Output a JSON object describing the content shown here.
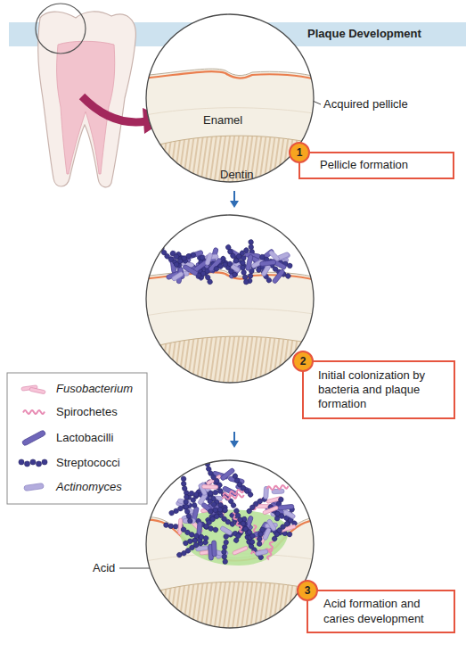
{
  "diagram": {
    "title": "Plaque Development",
    "nodes": [
      {
        "text": [
          "Pellicle formation"
        ]
      },
      {
        "text": [
          "1"
        ],
        "in": 0
      },
      {
        "text": [
          "Initial colonization by bacteria and plaque formation"
        ]
      },
      {
        "text": [
          "2"
        ],
        "in": 2
      },
      {
        "text": [
          "Acid formation and caries development"
        ]
      },
      {
        "text": [
          "3"
        ],
        "in": 4
      }
    ],
    "labels": [
      "Acquired pellicle",
      "Enamel",
      "Dentin",
      "Acid"
    ],
    "legend": [
      {
        "text": "Fusobacterium"
      },
      {
        "text": "Spirochetes"
      },
      {
        "text": "Lactobacilli"
      },
      {
        "text": "Streptococci"
      },
      {
        "text": "Actinomyces"
      }
    ]
  }
}
